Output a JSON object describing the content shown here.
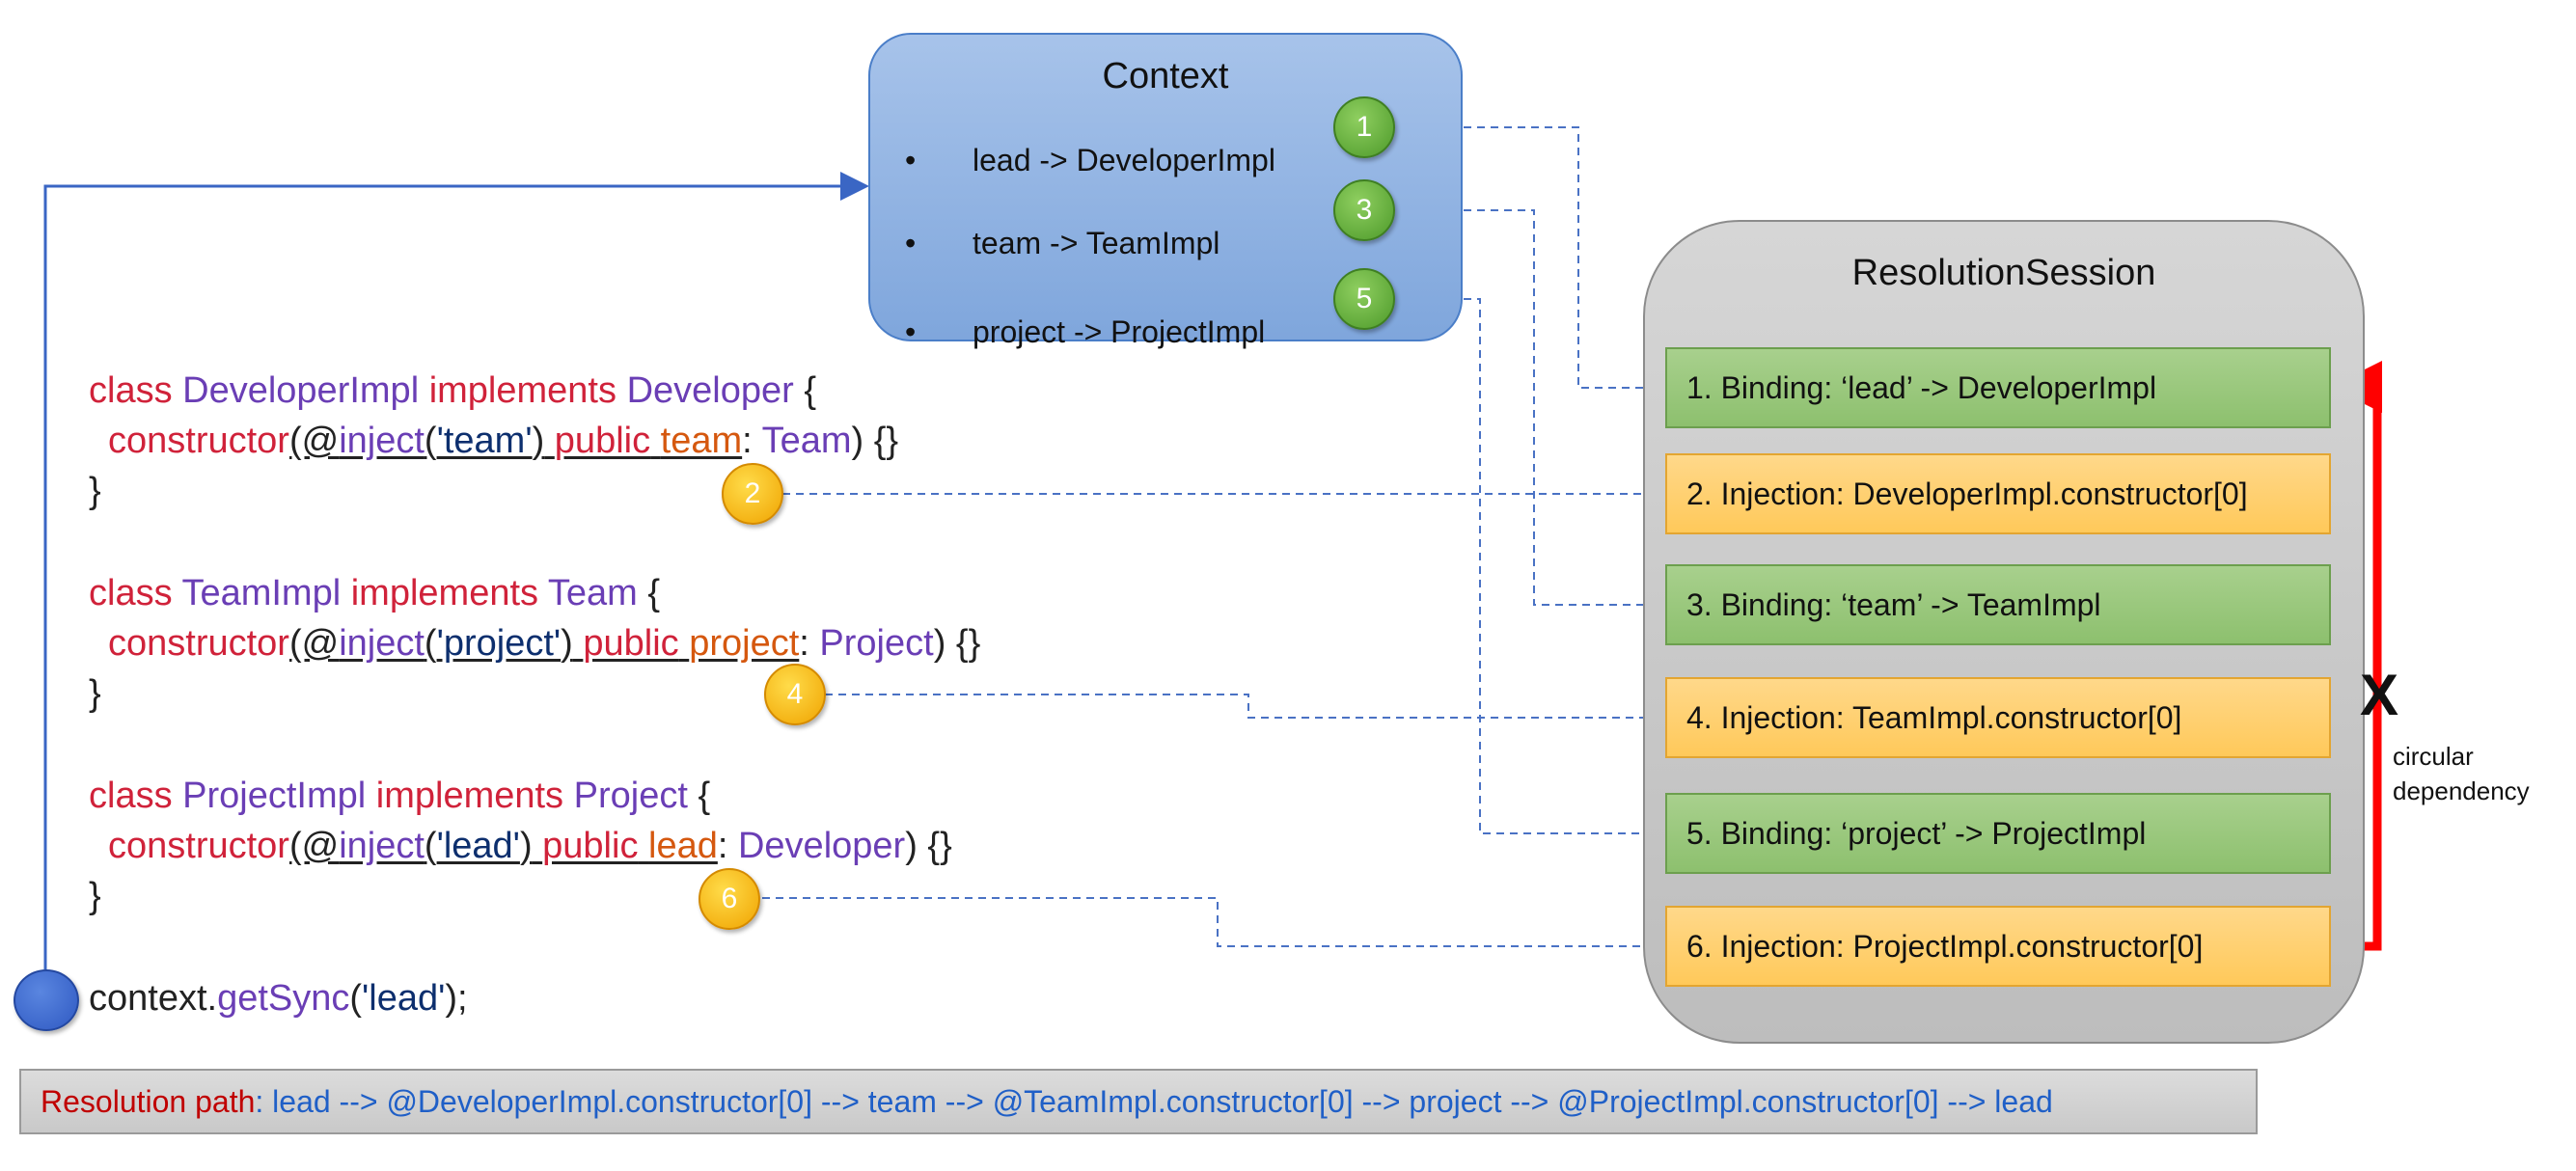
{
  "context": {
    "title": "Context",
    "items": [
      {
        "bullet": "•",
        "text": "lead -> DeveloperImpl",
        "badge": "1"
      },
      {
        "bullet": "•",
        "text": "team -> TeamImpl",
        "badge": "3"
      },
      {
        "bullet": "•",
        "text": "project -> ProjectImpl",
        "badge": "5"
      }
    ]
  },
  "session": {
    "title": "ResolutionSession",
    "steps": [
      {
        "text": "1. Binding: ‘lead’ -> DeveloperImpl",
        "kind": "binding"
      },
      {
        "text": "2. Injection: DeveloperImpl.constructor[0]",
        "kind": "injection"
      },
      {
        "text": "3. Binding: ‘team’ -> TeamImpl",
        "kind": "binding"
      },
      {
        "text": "4. Injection: TeamImpl.constructor[0]",
        "kind": "injection"
      },
      {
        "text": "5. Binding: ‘project’ -> ProjectImpl",
        "kind": "binding"
      },
      {
        "text": "6. Injection: ProjectImpl.constructor[0]",
        "kind": "injection"
      }
    ]
  },
  "code": {
    "classes": [
      {
        "kw_class": "class",
        "name": "DeveloperImpl",
        "kw_implements": "implements",
        "iface": "Developer",
        "open": " {",
        "ctor": "constructor",
        "at": "(@",
        "inject": "inject",
        "paren_open": "(",
        "arg": "'team'",
        "paren_close": ")",
        "kw_public": "public",
        "param": "team",
        "colon": ": ",
        "ptype": "Team",
        "tail": ") {}",
        "close": "}",
        "badge": "2"
      },
      {
        "kw_class": "class",
        "name": "TeamImpl",
        "kw_implements": "implements",
        "iface": "Team",
        "open": " {",
        "ctor": "constructor",
        "at": "(@",
        "inject": "inject",
        "paren_open": "(",
        "arg": "'project'",
        "paren_close": ")",
        "kw_public": "public",
        "param": "project",
        "colon": ": ",
        "ptype": "Project",
        "tail": ") {}",
        "close": "}",
        "badge": "4"
      },
      {
        "kw_class": "class",
        "name": "ProjectImpl",
        "kw_implements": "implements",
        "iface": "Project",
        "open": " {",
        "ctor": "constructor",
        "at": "(@",
        "inject": "inject",
        "paren_open": "(",
        "arg": "'lead'",
        "paren_close": ")",
        "kw_public": "public",
        "param": "lead",
        "colon": ": ",
        "ptype": "Developer",
        "tail": ") {}",
        "close": "}",
        "badge": "6"
      }
    ],
    "call": {
      "obj": "context.",
      "method": "getSync",
      "open": "(",
      "arg": "'lead'",
      "close": ");"
    }
  },
  "circular": {
    "mark": "X",
    "label_line1": "circular",
    "label_line2": "dependency"
  },
  "resolution_path": {
    "label": "Resolution path",
    "sep": ": ",
    "value": "lead --> @DeveloperImpl.constructor[0] --> team --> @TeamImpl.constructor[0] --> project --> @ProjectImpl.constructor[0] --> lead"
  },
  "colors": {
    "keyword": "#d0223a",
    "type": "#6a3eb5",
    "string": "#0d2f6e",
    "param": "#d5580f",
    "connector": "#4a72c4",
    "circular_arrow": "#ff0000",
    "path_value": "#1f5fc7"
  }
}
